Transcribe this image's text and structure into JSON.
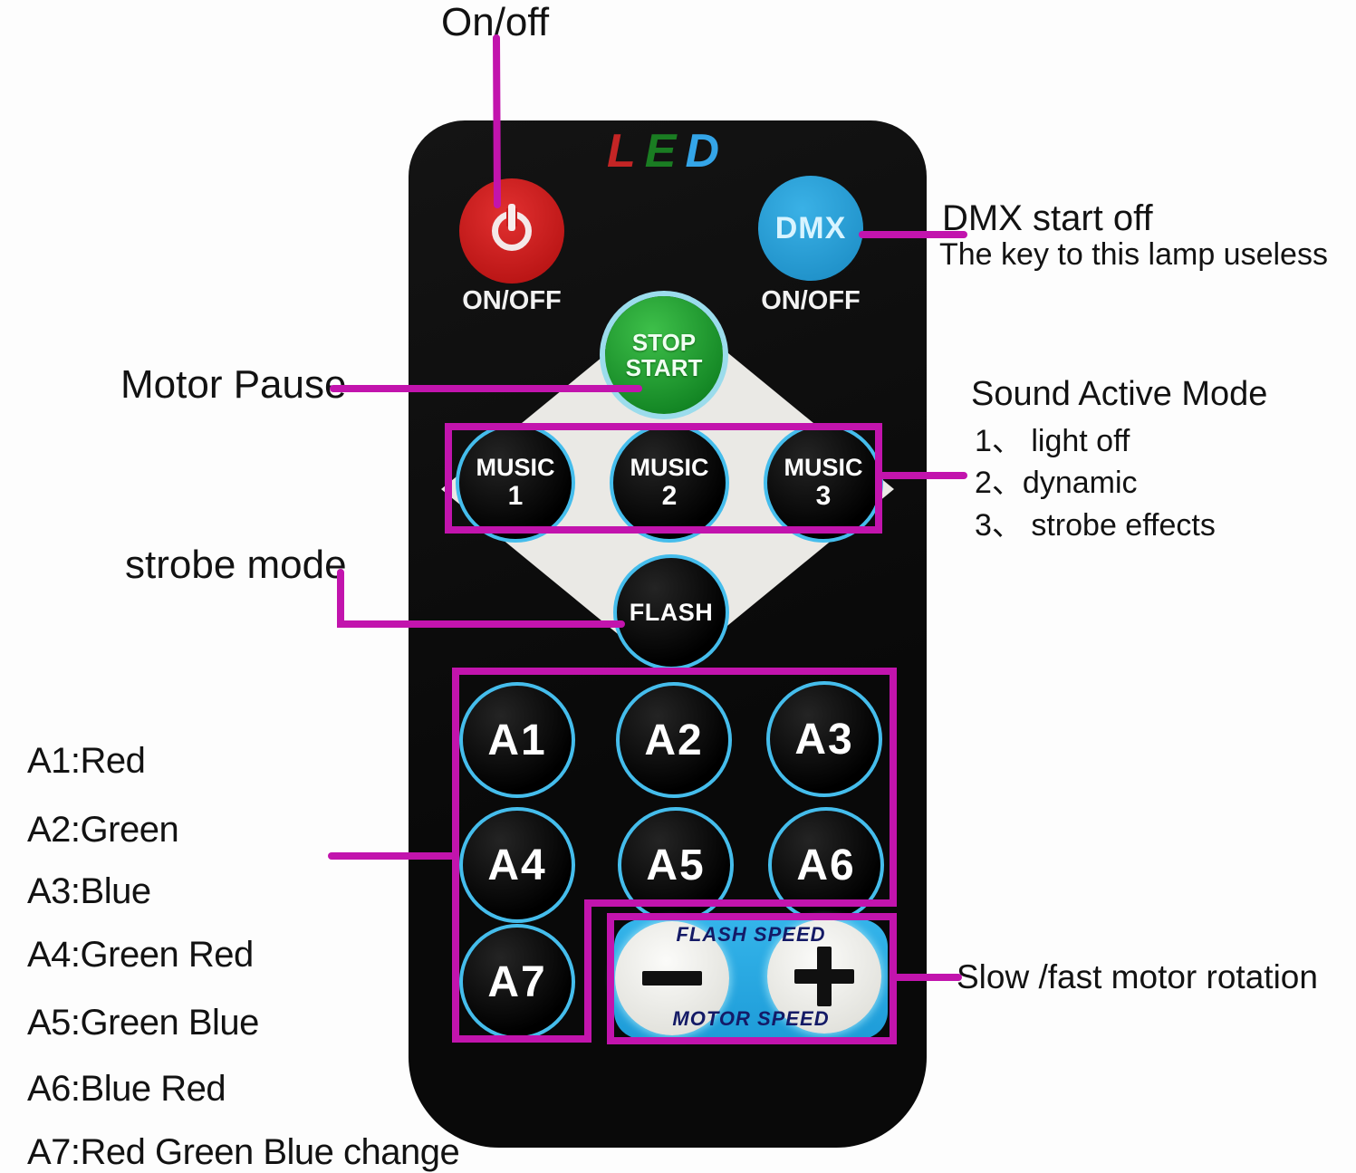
{
  "annotations": {
    "on_off": "On/off",
    "dmx_title": "DMX start off",
    "dmx_subtitle": "The key to this lamp useless",
    "motor_pause": "Motor Pause",
    "sound_title": "Sound Active Mode",
    "sound_items": [
      "1、 light off",
      "2、dynamic",
      "3、 strobe effects"
    ],
    "strobe_mode": "strobe mode",
    "color_list": [
      "A1:Red",
      "A2:Green",
      "A3:Blue",
      "A4:Green Red",
      "A5:Green  Blue",
      "A6:Blue Red",
      "A7:Red Green Blue change"
    ],
    "motor_rotation": "Slow /fast motor rotation"
  },
  "remote": {
    "logo": {
      "l": "L",
      "e": "E",
      "d": "D"
    },
    "power": {
      "label": "ON/OFF"
    },
    "dmx": {
      "text": "DMX",
      "label": "ON/OFF"
    },
    "stop_start": {
      "line1": "STOP",
      "line2": "START"
    },
    "music": [
      {
        "line1": "MUSIC",
        "line2": "1"
      },
      {
        "line1": "MUSIC",
        "line2": "2"
      },
      {
        "line1": "MUSIC",
        "line2": "3"
      }
    ],
    "flash": "FLASH",
    "a_buttons": [
      "A1",
      "A2",
      "A3",
      "A4",
      "A5",
      "A6",
      "A7"
    ],
    "speed_panel": {
      "top_label": "FLASH SPEED",
      "bottom_label": "MOTOR SPEED",
      "minus_glyph": "−",
      "plus_glyph": "+"
    }
  },
  "colors": {
    "annotation_line": "#c214ad",
    "button_ring_cyan": "#45bdec",
    "power_red": "#cc1f1f",
    "dmx_blue": "#2aabde",
    "stop_green": "#1e9e2e",
    "remote_black": "#0b0b0b",
    "diamond_white": "#eae9e5",
    "speed_panel_blue": "#28aae2",
    "speed_label_navy": "#141a66",
    "logo_l_red": "#c42525",
    "logo_e_green": "#1a7d22",
    "logo_d_blue": "#34a5e8"
  }
}
